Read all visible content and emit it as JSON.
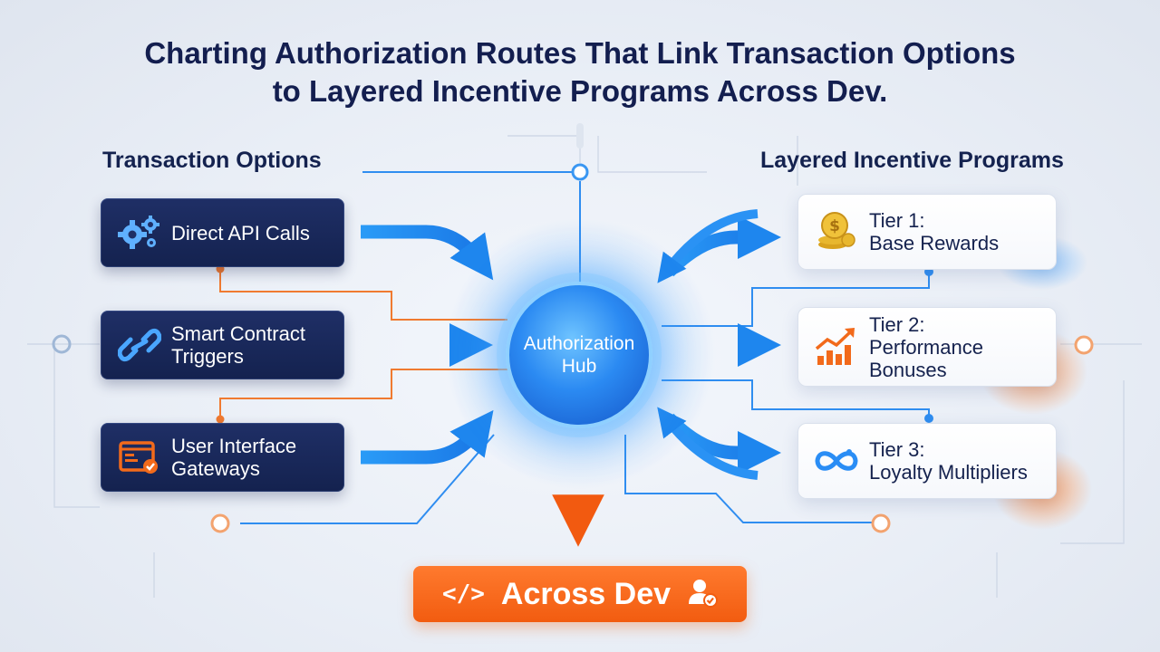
{
  "title": {
    "line1": "Charting Authorization Routes That Link Transaction Options",
    "line2": "to Layered Incentive Programs Across Dev."
  },
  "left_section": {
    "heading": "Transaction Options",
    "options": [
      {
        "line1": "Direct API Calls",
        "line2": "",
        "icon": "gears-icon"
      },
      {
        "line1": "Smart Contract",
        "line2": "Triggers",
        "icon": "chain-link-icon"
      },
      {
        "line1": "User Interface",
        "line2": "Gateways",
        "icon": "browser-window-icon"
      }
    ]
  },
  "hub": {
    "line1": "Authorization",
    "line2": "Hub"
  },
  "right_section": {
    "heading": "Layered Incentive Programs",
    "tiers": [
      {
        "line1": "Tier 1:",
        "line2": "Base Rewards",
        "line3": "",
        "icon": "coins-icon"
      },
      {
        "line1": "Tier 2:",
        "line2": "Performance",
        "line3": "Bonuses",
        "icon": "bar-chart-up-icon"
      },
      {
        "line1": "Tier 3:",
        "line2": "Loyalty Multipliers",
        "line3": "",
        "icon": "infinity-icon"
      }
    ]
  },
  "destination": {
    "label": "Across Dev",
    "code_icon": "</>",
    "icon": "user-check-icon"
  },
  "colors": {
    "navy": "#14224f",
    "blue": "#2a8df5",
    "orange": "#f26a1b",
    "gold": "#e8b72e"
  }
}
